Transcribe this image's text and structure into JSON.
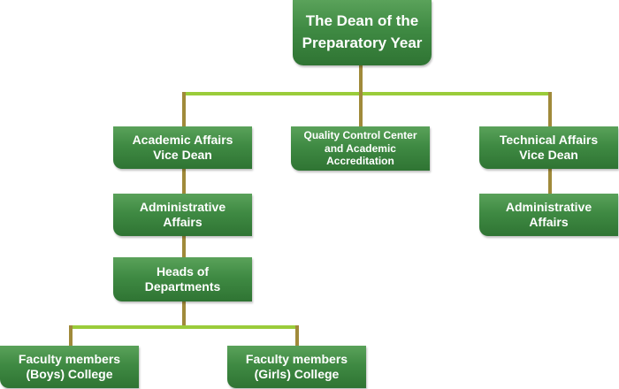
{
  "chart": {
    "root": {
      "line1": "The Dean of the",
      "line2": "Preparatory Year"
    },
    "academic_vice_dean": {
      "line1": "Academic Affairs",
      "line2": "Vice Dean"
    },
    "quality_center": {
      "line1": "Quality Control Center",
      "line2": "and Academic",
      "line3": "Accreditation"
    },
    "technical_vice_dean": {
      "line1": "Technical Affairs",
      "line2": "Vice Dean"
    },
    "academic_admin": {
      "line1": "Administrative",
      "line2": "Affairs"
    },
    "technical_admin": {
      "line1": "Administrative",
      "line2": "Affairs"
    },
    "heads_of_departments": {
      "line1": "Heads of",
      "line2": "Departments"
    },
    "faculty_boys": {
      "line1": "Faculty members",
      "line2": "(Boys) College"
    },
    "faculty_girls": {
      "line1": "Faculty members",
      "line2": "(Girls) College"
    }
  },
  "colors": {
    "box_fill": "#3f8a43",
    "box_text": "#ffffff",
    "vertical_connector": "#a08a3a",
    "horizontal_connector": "#9acc3a"
  }
}
